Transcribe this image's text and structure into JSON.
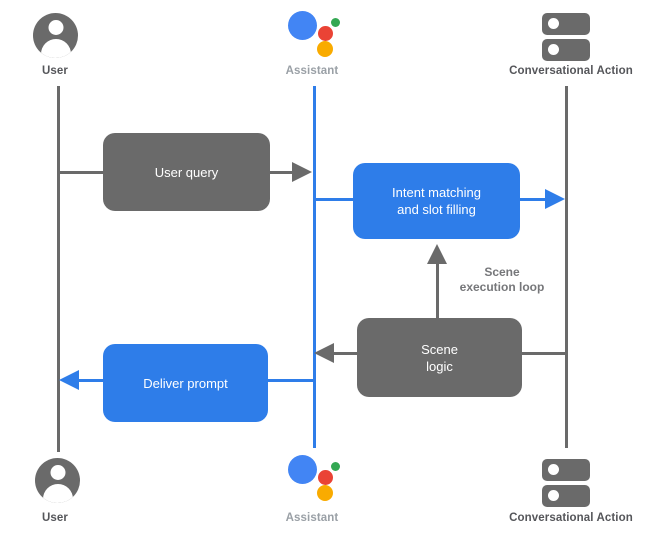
{
  "diagram_type": "assistant-conversation-sequence-flow",
  "actors": {
    "top": {
      "user": "User",
      "assistant": "Assistant",
      "conversational_action": "Conversational Action"
    },
    "bottom": {
      "user": "User",
      "assistant": "Assistant",
      "conversational_action": "Conversational Action"
    }
  },
  "boxes": {
    "user_query": {
      "label": "User query"
    },
    "intent_matching": {
      "line1": "Intent matching",
      "line2": "and slot filling"
    },
    "scene_logic": {
      "line1": "Scene",
      "line2": "logic"
    },
    "deliver_prompt": {
      "label": "Deliver prompt"
    }
  },
  "annotations": {
    "scene_execution_loop": {
      "line1": "Scene",
      "line2": "execution loop"
    }
  },
  "icons": {
    "user": "person-icon",
    "assistant": "google-assistant-icon",
    "conversational_action": "server-stack-icon"
  },
  "colors": {
    "flow_blue": "#2e7de9",
    "flow_gray": "#6a6a6a",
    "logo_blue": "#4285f4",
    "logo_red": "#ea4335",
    "logo_green": "#34a853",
    "logo_orange": "#f9ab00",
    "label_dark": "#55565a",
    "label_muted": "#9aa0a6",
    "annotation_gray": "#76777a",
    "box_text": "#ffffff"
  }
}
